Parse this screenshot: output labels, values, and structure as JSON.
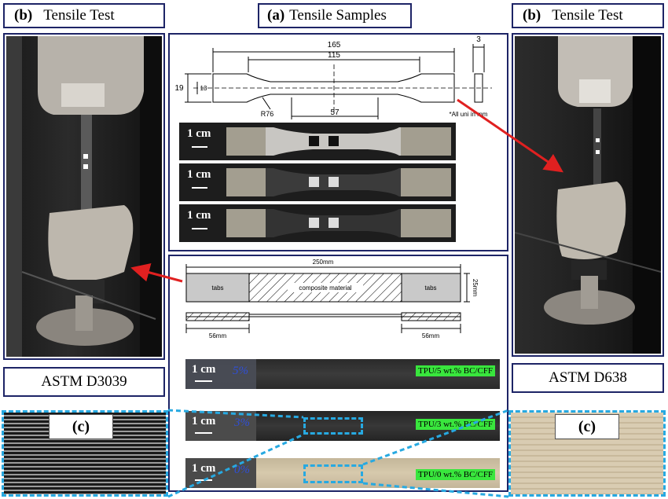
{
  "header": {
    "left": {
      "tag": "(b)",
      "text": "Tensile Test"
    },
    "center": {
      "tag": "(a)",
      "text": "Tensile Samples"
    },
    "right": {
      "tag": "(b)",
      "text": "Tensile Test"
    }
  },
  "standards": {
    "left": "ASTM D3039",
    "right": "ASTM D638"
  },
  "closeup_label": "(c)",
  "top_drawing": {
    "dims": {
      "total": "165",
      "gauge_outer": "115",
      "width": "19",
      "narrow": "13",
      "thickness": "3",
      "radius": "R76",
      "gauge": "57"
    },
    "note": "*All uni in mm"
  },
  "bottom_drawing": {
    "total": "250mm",
    "tab_left": "tabs",
    "tab_right": "tabs",
    "center": "composite material",
    "height": "25mm",
    "tab_len_left": "56mm",
    "tab_len_right": "56mm"
  },
  "scale_label": "1 cm",
  "composite_samples": [
    {
      "label": "TPU/5 wt.% BC/CFF",
      "handwriting": "5%"
    },
    {
      "label": "TPU/3 wt.% BC/CFF",
      "handwriting": "3%"
    },
    {
      "label": "TPU/0 wt.% BC/CFF",
      "handwriting": "0%"
    }
  ],
  "colors": {
    "border": "#1d2466",
    "dash": "#27a9e1",
    "arrow": "#e02020",
    "tag": "#39e63d"
  }
}
